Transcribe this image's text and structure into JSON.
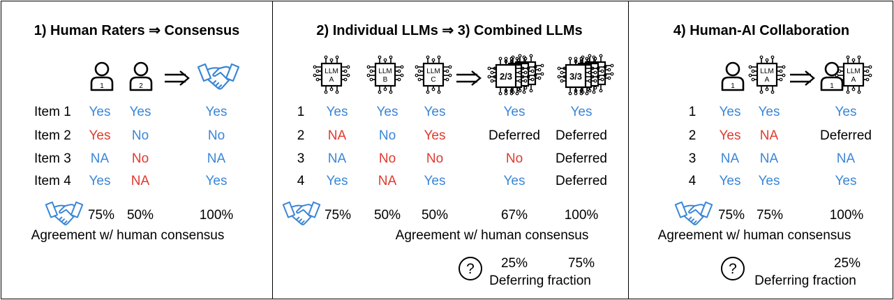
{
  "colors": {
    "agree": "#3a86d6",
    "disagree": "#e0392f",
    "neutral": "#000000"
  },
  "icons": [
    "person-icon",
    "chip-icon",
    "handshake-icon",
    "arrow-icon",
    "question-icon"
  ],
  "panel1": {
    "title": "1) Human Raters ⇒ Consensus",
    "rater1_badge": "1",
    "rater2_badge": "2",
    "rows": [
      {
        "item": "Item 1",
        "r1": "Yes",
        "r2": "Yes",
        "consensus": "Yes"
      },
      {
        "item": "Item 2",
        "r1": "Yes",
        "r2": "No",
        "consensus": "No"
      },
      {
        "item": "Item 3",
        "r1": "NA",
        "r2": "No",
        "consensus": "NA"
      },
      {
        "item": "Item 4",
        "r1": "Yes",
        "r2": "NA",
        "consensus": "Yes"
      }
    ],
    "agreement": {
      "r1": "75%",
      "r2": "50%",
      "consensus": "100%"
    },
    "agreement_label": "Agreement w/ human consensus"
  },
  "panel2": {
    "title": "2) Individual LLMs ⇒ 3) Combined LLMs",
    "chips": [
      {
        "line1": "LLM",
        "line2": "A"
      },
      {
        "line1": "LLM",
        "line2": "B"
      },
      {
        "line1": "LLM",
        "line2": "C"
      }
    ],
    "combined": [
      "2/3",
      "3/3"
    ],
    "rows": [
      {
        "item": "1",
        "a": "Yes",
        "b": "Yes",
        "c": "Yes",
        "two_of_three": "Yes",
        "three_of_three": "Yes"
      },
      {
        "item": "2",
        "a": "NA",
        "b": "No",
        "c": "Yes",
        "two_of_three": "Deferred",
        "three_of_three": "Deferred"
      },
      {
        "item": "3",
        "a": "NA",
        "b": "No",
        "c": "No",
        "two_of_three": "No",
        "three_of_three": "Deferred"
      },
      {
        "item": "4",
        "a": "Yes",
        "b": "NA",
        "c": "Yes",
        "two_of_three": "Yes",
        "three_of_three": "Deferred"
      }
    ],
    "agreement": {
      "a": "75%",
      "b": "50%",
      "c": "50%",
      "two_of_three": "67%",
      "three_of_three": "100%"
    },
    "agreement_label": "Agreement w/ human consensus",
    "deferring": {
      "two_of_three": "25%",
      "three_of_three": "75%"
    },
    "deferring_label": "Deferring fraction",
    "question_mark": "?"
  },
  "panel3": {
    "title": "4) Human-AI Collaboration",
    "human_badge": "1",
    "chip": {
      "line1": "LLM",
      "line2": "A"
    },
    "rows": [
      {
        "item": "1",
        "human": "Yes",
        "llm": "Yes",
        "collab": "Yes"
      },
      {
        "item": "2",
        "human": "Yes",
        "llm": "NA",
        "collab": "Deferred"
      },
      {
        "item": "3",
        "human": "NA",
        "llm": "NA",
        "collab": "NA"
      },
      {
        "item": "4",
        "human": "Yes",
        "llm": "Yes",
        "collab": "Yes"
      }
    ],
    "agreement": {
      "human": "75%",
      "llm": "75%",
      "collab": "100%"
    },
    "agreement_label": "Agreement w/ human consensus",
    "deferring": {
      "collab": "25%"
    },
    "deferring_label": "Deferring fraction",
    "question_mark": "?"
  }
}
